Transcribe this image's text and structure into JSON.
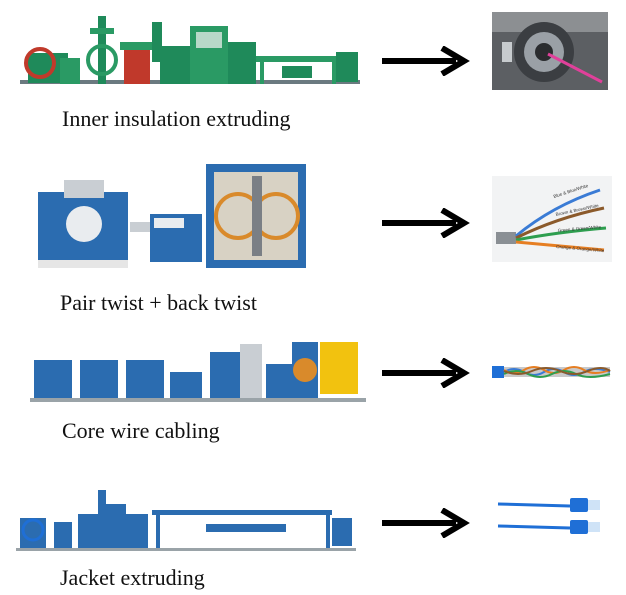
{
  "stages": [
    {
      "label": "Inner insulation extruding",
      "machine_icon": "extrusion-line",
      "result_icon": "extruder-die-closeup"
    },
    {
      "label": "Pair twist + back twist",
      "machine_icon": "pair-twisting-machine",
      "result_icon": "twisted-pairs-labeled"
    },
    {
      "label": "Core wire cabling",
      "machine_icon": "cabling-line",
      "result_icon": "cabled-core"
    },
    {
      "label": "Jacket extruding",
      "machine_icon": "jacket-extrusion-line",
      "result_icon": "patch-cables"
    }
  ],
  "pair_labels": [
    "Blue & Blue/White",
    "Brown & Brown/White",
    "Green & Green/White",
    "Orange & Orange/White"
  ],
  "colors": {
    "machine_blue": "#2b6cb0",
    "machine_green": "#1f8a5a",
    "arrow": "#000000",
    "cable_blue": "#1f6fd6"
  }
}
